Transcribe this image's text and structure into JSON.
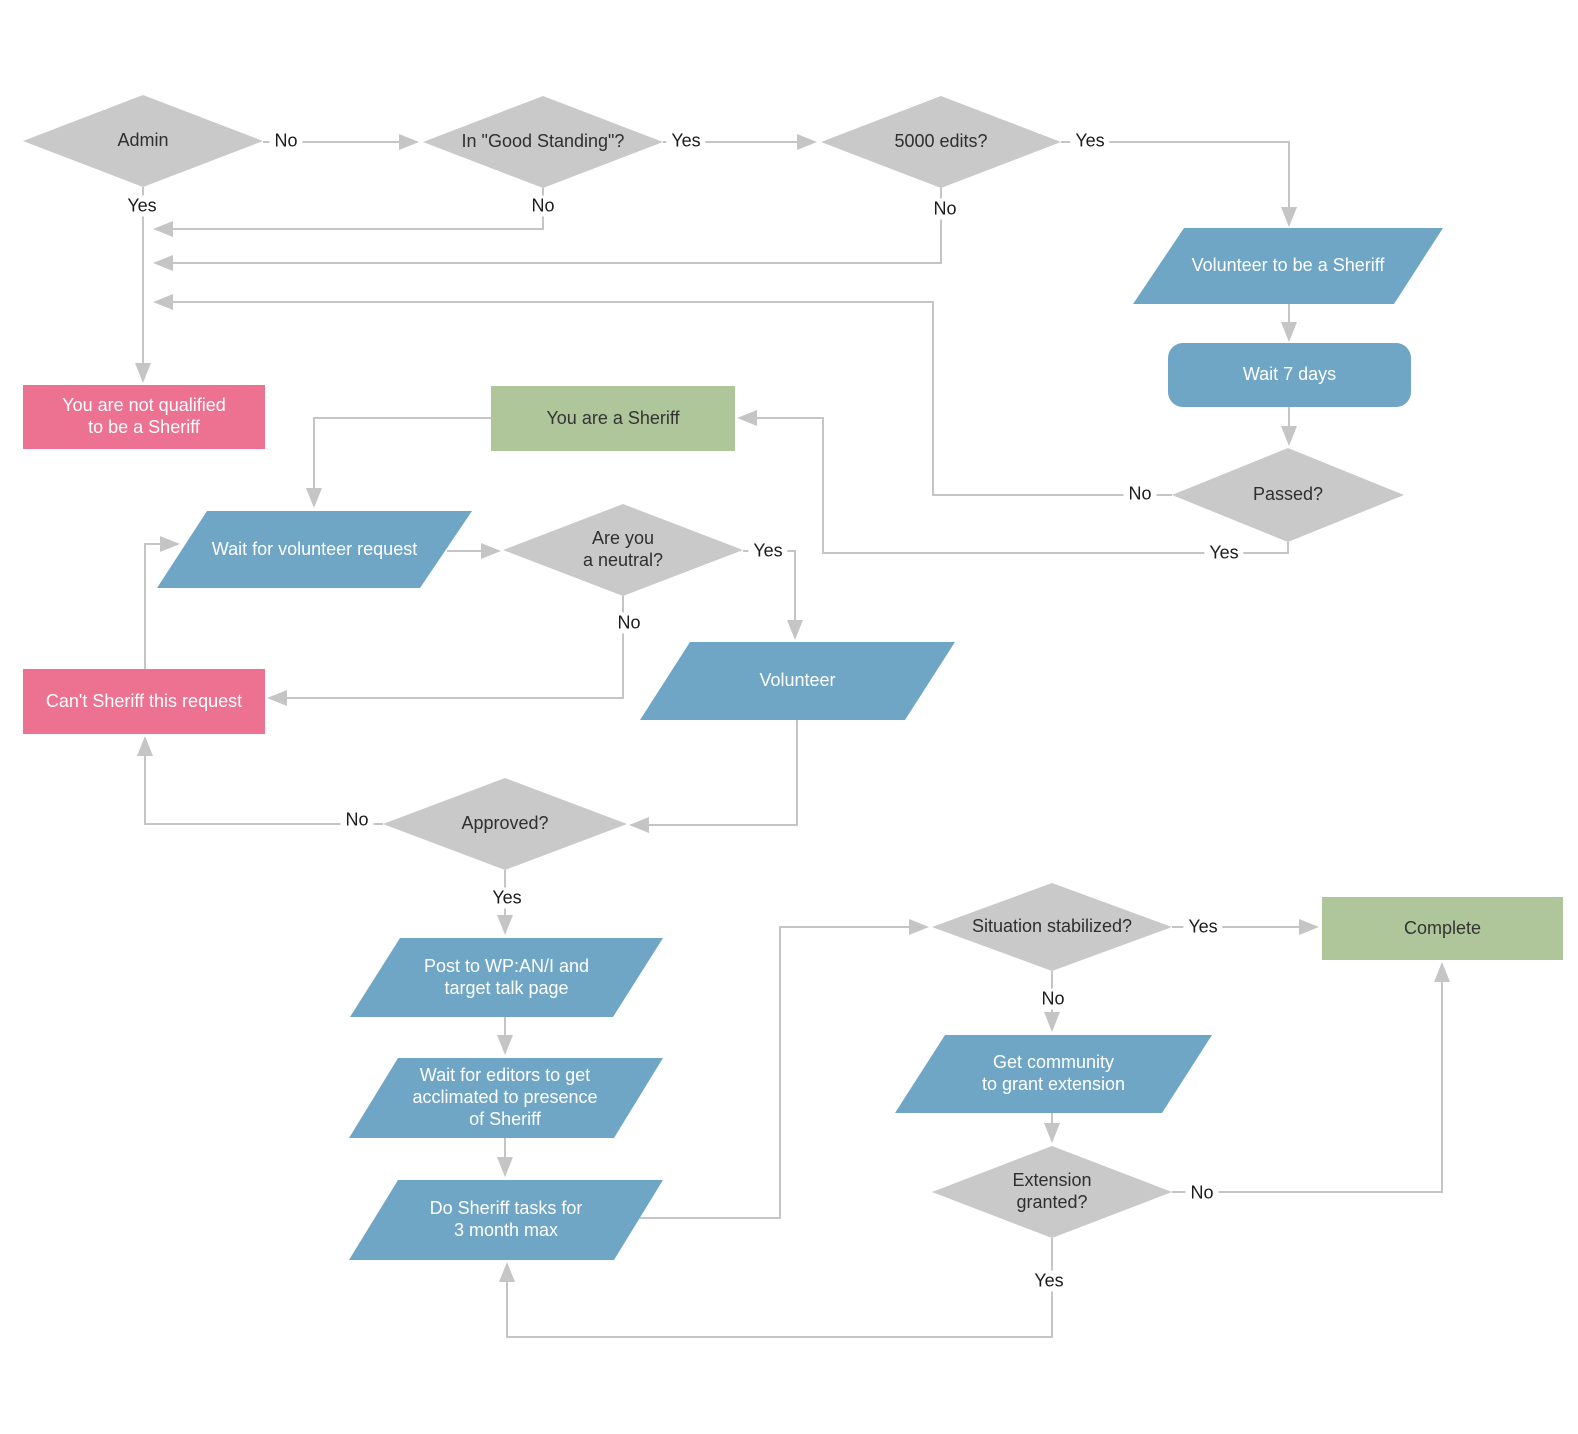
{
  "diagram": {
    "description": "Sheriff volunteering process flowchart",
    "palette": {
      "decision_fill": "#C9C9C9",
      "process_fill": "#6FA6C6",
      "negative_fill": "#ED7191",
      "positive_fill": "#AEC69A",
      "connector": "#C5C5C5",
      "background": "#FFFFFF"
    },
    "nodes": {
      "admin": {
        "type": "decision",
        "label": "Admin"
      },
      "good_standing": {
        "type": "decision",
        "label": "In \"Good Standing\"?"
      },
      "edits": {
        "type": "decision",
        "label": "5000 edits?"
      },
      "volunteer_sheriff": {
        "type": "input-output",
        "label": "Volunteer to be a Sheriff"
      },
      "wait7": {
        "type": "process",
        "label": "Wait 7 days"
      },
      "passed": {
        "type": "decision",
        "label": "Passed?"
      },
      "not_qualified": {
        "type": "terminal",
        "label": "You are not qualified\nto be a Sheriff"
      },
      "you_are_sheriff": {
        "type": "terminal",
        "label": "You are a Sheriff"
      },
      "wait_volunteer": {
        "type": "input-output",
        "label": "Wait for volunteer request"
      },
      "neutral": {
        "type": "decision",
        "label": "Are you\na neutral?"
      },
      "cant_sheriff": {
        "type": "terminal",
        "label": "Can't Sheriff this request"
      },
      "volunteer": {
        "type": "input-output",
        "label": "Volunteer"
      },
      "approved": {
        "type": "decision",
        "label": "Approved?"
      },
      "post_wp": {
        "type": "input-output",
        "label": "Post to WP:AN/I and\ntarget talk page"
      },
      "wait_editors": {
        "type": "input-output",
        "label": "Wait for editors to get\nacclimated to presence\nof Sheriff"
      },
      "do_tasks": {
        "type": "input-output",
        "label": "Do Sheriff tasks for\n3 month max"
      },
      "situation": {
        "type": "decision",
        "label": "Situation stabilized?"
      },
      "complete": {
        "type": "terminal",
        "label": "Complete"
      },
      "get_community": {
        "type": "input-output",
        "label": "Get community\nto grant extension"
      },
      "extension": {
        "type": "decision",
        "label": "Extension\ngranted?"
      }
    },
    "edge_labels": {
      "admin_no": "No",
      "admin_yes": "Yes",
      "good_standing_yes": "Yes",
      "good_standing_no": "No",
      "edits_yes": "Yes",
      "edits_no": "No",
      "passed_no": "No",
      "passed_yes": "Yes",
      "neutral_yes": "Yes",
      "neutral_no": "No",
      "approved_no": "No",
      "approved_yes": "Yes",
      "situation_yes": "Yes",
      "situation_no": "No",
      "extension_no": "No",
      "extension_yes": "Yes"
    }
  }
}
